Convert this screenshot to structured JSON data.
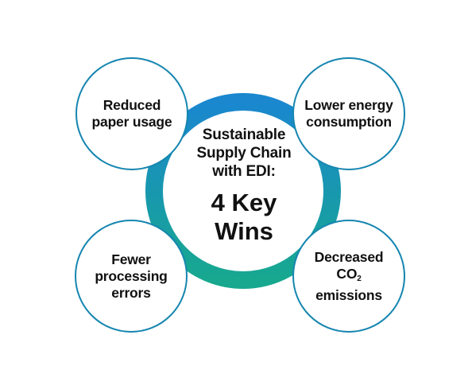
{
  "center": {
    "subtitle_lines": [
      "Sustainable",
      "Supply Chain",
      "with EDI:"
    ],
    "title_lines": [
      "4 Key",
      "Wins"
    ]
  },
  "wins": [
    {
      "lines": [
        "Reduced",
        "paper usage"
      ]
    },
    {
      "lines": [
        "Lower energy",
        "consumption"
      ]
    },
    {
      "lines": [
        "Fewer",
        "processing",
        "errors"
      ]
    },
    {
      "co2_base": "CO",
      "co2_subscript": "2",
      "lines": [
        "Decreased",
        "emissions"
      ]
    }
  ],
  "colors": {
    "ring_top": "#1a87cf",
    "ring_bottom": "#17a88f",
    "node_border": "#1686b0",
    "text": "#111111"
  }
}
